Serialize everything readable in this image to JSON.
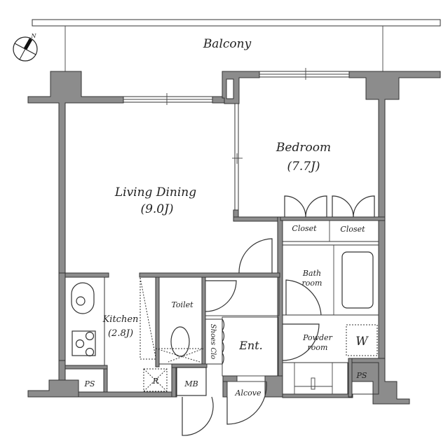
{
  "plan": {
    "compass": {
      "label": "N"
    },
    "rooms": {
      "balcony": {
        "name": "Balcony"
      },
      "living_dining": {
        "name": "Living Dining",
        "size": "(9.0J)"
      },
      "bedroom": {
        "name": "Bedroom",
        "size": "(7.7J)"
      },
      "kitchen": {
        "name": "Kitchen",
        "size": "(2.8J)"
      },
      "toilet": {
        "name": "Toilet"
      },
      "bathroom": {
        "name_line1": "Bath",
        "name_line2": "room"
      },
      "powder_room": {
        "name_line1": "Powder",
        "name_line2": "room"
      },
      "entrance": {
        "name": "Ent."
      },
      "alcove": {
        "name": "Alcove"
      },
      "shoes_closet": {
        "name": "Shoes Clo"
      },
      "closet_left": {
        "name": "Closet"
      },
      "closet_right": {
        "name": "Closet"
      },
      "ps_left": {
        "name": "PS"
      },
      "ps_right": {
        "name": "PS"
      },
      "mb": {
        "name": "MB"
      },
      "refrigerator": {
        "name": "R"
      },
      "washer": {
        "name": "W"
      }
    },
    "colors": {
      "wall": "#8c8c8c",
      "line": "#333333",
      "background": "#ffffff"
    }
  }
}
